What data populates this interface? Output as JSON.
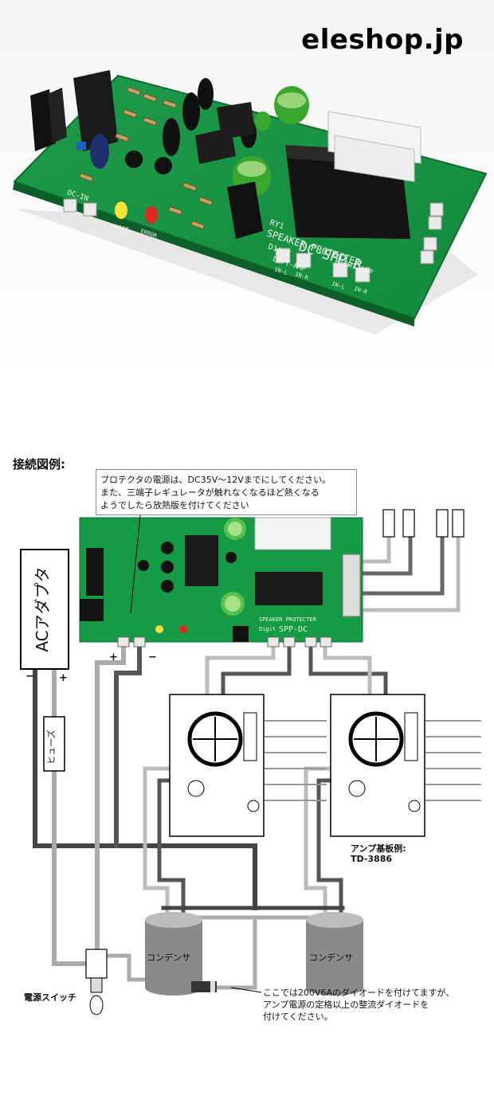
{
  "brand": "eleshop.jp",
  "board": {
    "title_line1": "RY1",
    "title_line2": "SPEAKER PROTECTER",
    "model_prefix": "Digit",
    "model": "DC-SPP.B",
    "left_amp_label": "LEFT-AMP",
    "right_amp_label": "RIGHT-AMP",
    "pad_labels": [
      "IN-L",
      "IN-R",
      "IN-L",
      "IN-R"
    ],
    "dc_in_label": "DC-IN",
    "led_labels": [
      "WAIT",
      "ERROR"
    ]
  },
  "diagram": {
    "heading": "接続図例:",
    "note_lines": [
      "プロテクタの電源は、DC35V～12Vまでにしてください。",
      "また、三端子レギュレータが触れなくなるほど熱くなる",
      "ようでしたら放熱版を付けてください"
    ],
    "ac_adapter": "ACアダプタ",
    "fuse": "ヒューズ",
    "plus": "+",
    "minus": "−",
    "board_plus": "+",
    "board_minus": "−",
    "amp_caption_line1": "アンプ基板例:",
    "amp_caption_line2": "TD-3886",
    "capacitor_1": "コンデンサ",
    "capacitor_2": "コンデンサ",
    "power_switch": "電源スイッチ",
    "diode_note_lines": [
      "ここでは200V6Aのダイオードを付けてますが、",
      "アンプ電源の定格以上の整流ダイオードを",
      "付けてください。"
    ],
    "board_mini_title": "SPEAKER PROTECTER",
    "board_mini_model": "SPP-DC",
    "board_mini_prefix": "Digit"
  }
}
